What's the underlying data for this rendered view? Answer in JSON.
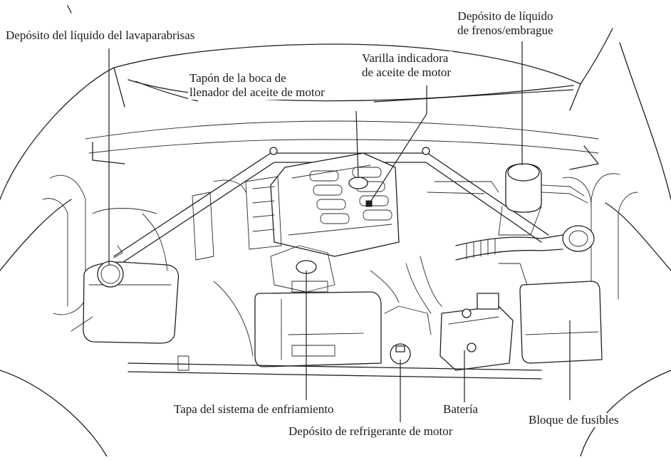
{
  "labels": {
    "washer_reservoir": "Depósito del líquido del lavaparabrisas",
    "brake_reservoir_line1": "Depósito de líquido",
    "brake_reservoir_line2": "de frenos/embrague",
    "dipstick_line1": "Varilla indicadora",
    "dipstick_line2": "de aceite de motor",
    "oil_cap_line1": "Tapón de la boca de",
    "oil_cap_line2": "llenador del aceite de motor",
    "cooling_cap": "Tapa del sistema de enfriamiento",
    "battery": "Batería",
    "fuse_block": "Bloque de fusibles",
    "coolant_reservoir": "Depósito de refrigerante de motor"
  }
}
